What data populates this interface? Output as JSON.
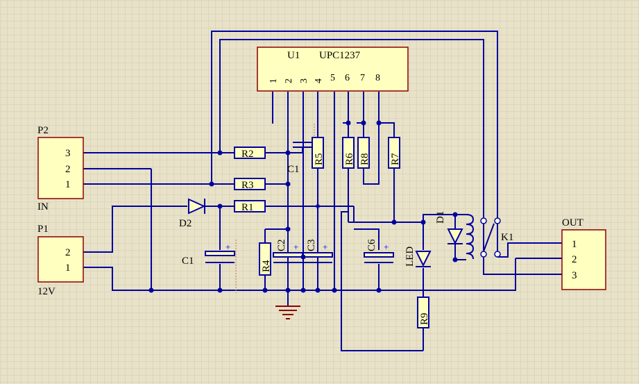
{
  "colors": {
    "background": "#e8e2c8",
    "grid": "#d2cbb0",
    "wire": "#0000a0",
    "component_fill": "#ffffc0",
    "component_border": "#8b0000",
    "junction": "#0000a0",
    "plus": "#0000ff",
    "ground": "#8b0000",
    "text": "#000000"
  },
  "ic": {
    "ref": "U1",
    "part": "UPC1237",
    "pins": [
      "1",
      "2",
      "3",
      "4",
      "5",
      "6",
      "7",
      "8"
    ]
  },
  "connectors": {
    "p2": {
      "ref": "P2",
      "label": "IN",
      "pins": [
        "3",
        "2",
        "1"
      ]
    },
    "p1": {
      "ref": "P1",
      "label": "12V",
      "pins": [
        "2",
        "1"
      ]
    },
    "out": {
      "ref": "OUT",
      "pins": [
        "1",
        "2",
        "3"
      ]
    }
  },
  "resistors": {
    "r1": "R1",
    "r2": "R2",
    "r3": "R3",
    "r4": "R4",
    "r5": "R5",
    "r6": "R6",
    "r7": "R7",
    "r8": "R8",
    "r9": "R9"
  },
  "capacitors": {
    "c1_top": "C1",
    "c1_bottom": "C1",
    "c2": "C2",
    "c3": "C3",
    "c6": "C6"
  },
  "diodes": {
    "d1": "D1",
    "d2": "D2",
    "led": "LED"
  },
  "relay": {
    "ref": "K1"
  },
  "plus_sign": "+"
}
